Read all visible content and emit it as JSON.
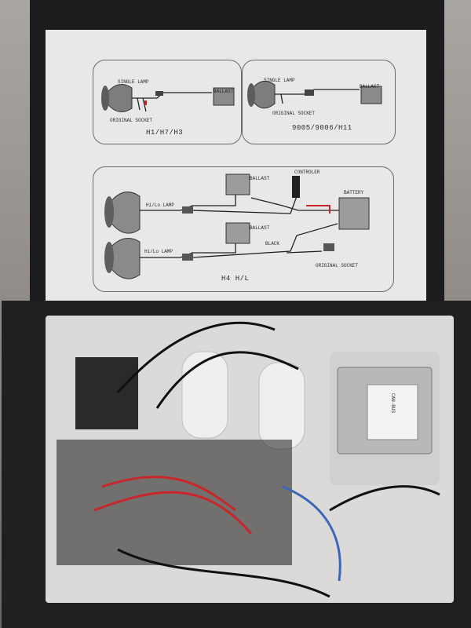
{
  "diagram_top_left": {
    "single_lamp": "SINGLE LAMP",
    "ballast": "BALLAST",
    "original_socket": "ORIGINAL SOCKET",
    "caption": "H1/H7/H3"
  },
  "diagram_top_right": {
    "single_lamp": "SINGLE LAMP",
    "ballast": "BALLAST",
    "original_socket": "ORIGINAL SOCKET",
    "caption": "9005/9006/H11"
  },
  "diagram_bottom": {
    "hilo_lamp_1": "Hi/Lo LAMP",
    "hilo_lamp_2": "Hi/Lo LAMP",
    "ballast_1": "BALLAST",
    "ballast_2": "BALLAST",
    "controler": "CONTROLER",
    "battery": "BATTERY",
    "black": "BLACK",
    "original_socket": "ORIGINAL SOCKET",
    "caption": "H4 H/L"
  },
  "ballast_box": {
    "brand": "CAN-BUS"
  },
  "colors": {
    "lid": "#1c1c1e",
    "card": "#e9e8e7",
    "tray": "#dcdad8",
    "wire_red": "#c8262a",
    "wire_blue": "#3a67b8"
  }
}
